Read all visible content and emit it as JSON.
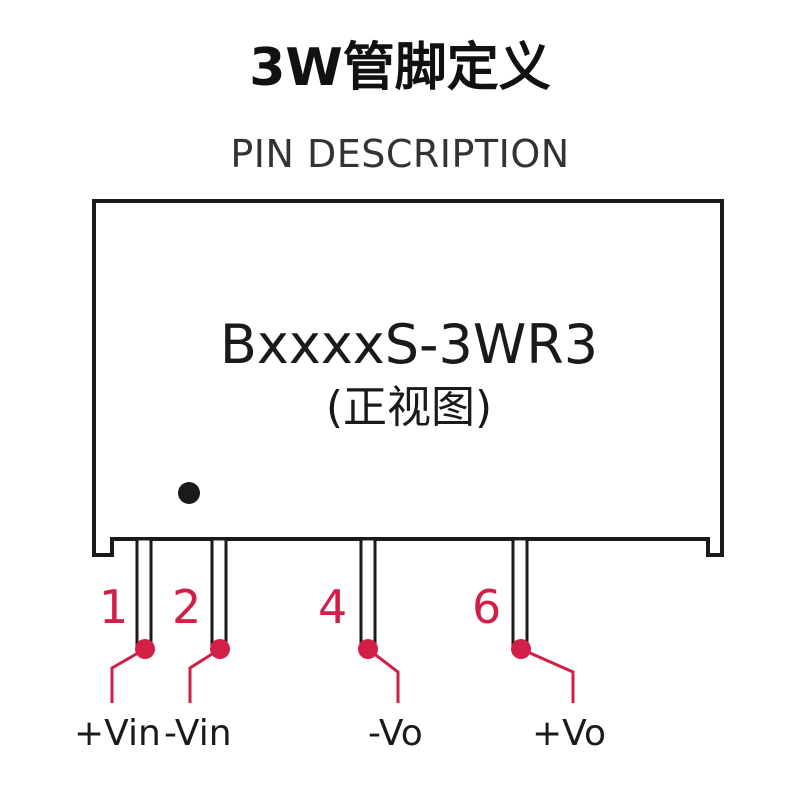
{
  "title": "3W管脚定义",
  "subtitle": "PIN DESCRIPTION",
  "package": {
    "model": "BxxxxS-3WR3",
    "view": "(正视图)"
  },
  "pins": [
    {
      "number": "1",
      "label": "+Vin"
    },
    {
      "number": "2",
      "label": "-Vin"
    },
    {
      "number": "4",
      "label": "-Vo"
    },
    {
      "number": "6",
      "label": "+Vo"
    }
  ],
  "colors": {
    "accent": "#d21f48",
    "outline": "#1a1a1a",
    "background": "#ffffff"
  }
}
